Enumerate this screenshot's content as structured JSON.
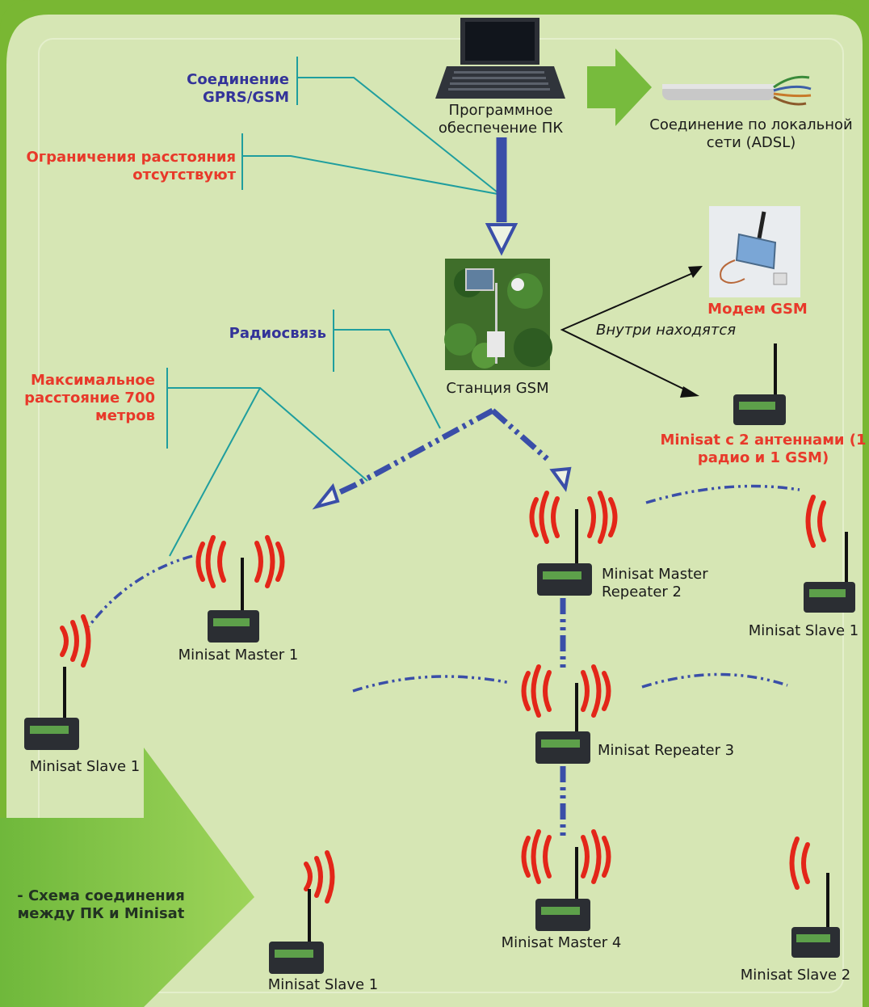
{
  "labels": {
    "pc_software": "Программное обеспечение ПК",
    "lan_connection": "Соединение по локальной сети (ADSL)",
    "gprs_connection": "Соединение GPRS/GSM",
    "no_distance_limit": "Ограничения расстояния отсутствуют",
    "gsm_modem": "Модем GSM",
    "inside": "Внутри находятся",
    "radio_link": "Радиосвязь",
    "gsm_station": "Станция GSM",
    "max_distance": "Максимальное расстояние 700 метров",
    "minisat_two_antennas": "Minisat с 2 антеннами (1 радио и 1 GSM)",
    "master_repeater_2": "Minisat Master Repeater 2",
    "slave_1_right": "Minisat Slave 1",
    "master_1": "Minisat Master 1",
    "slave_1_left": "Minisat Slave 1",
    "repeater_3": "Minisat Repeater 3",
    "scheme_caption": "- Схема соединения между ПК и Minisat",
    "master_4": "Minisat Master 4",
    "slave_1_bottom": "Minisat Slave 1",
    "slave_2": "Minisat Slave 2"
  },
  "colors": {
    "background": "#79b733",
    "panel": "#d6e6b4",
    "link_blue": "#3a4ea8",
    "callout_teal": "#1f9e9e",
    "signal_red": "#e32619",
    "label_blue": "#333399",
    "label_red": "#e8392a"
  }
}
